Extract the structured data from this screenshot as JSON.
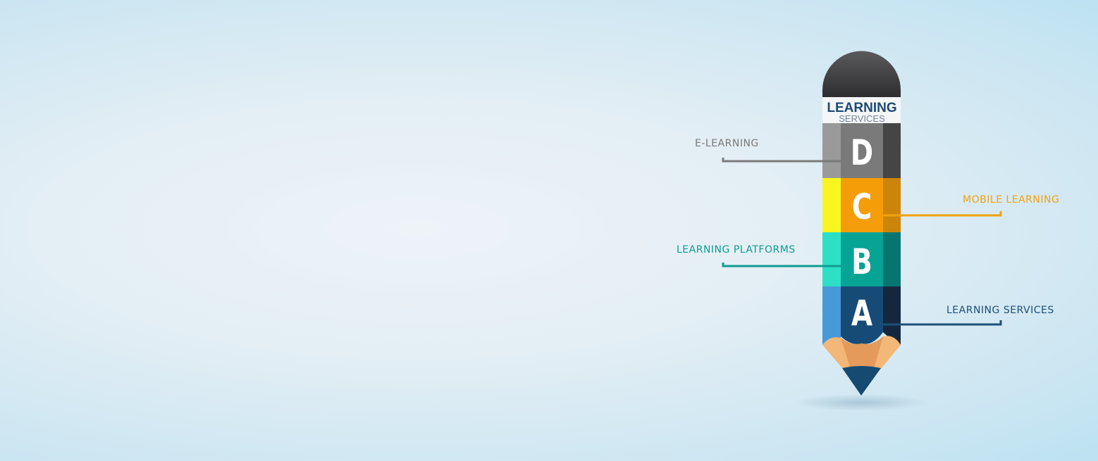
{
  "pencil": {
    "title": "LEARNING",
    "subtitle": "SERVICES"
  },
  "segments": [
    {
      "letter": "D",
      "label": "E-LEARNING",
      "side": "left",
      "color_light": "#9a9a9a",
      "color_mid": "#7a7a7a",
      "color_dark": "#454545",
      "label_color": "#7a7a7a"
    },
    {
      "letter": "C",
      "label": "MOBILE LEARNING",
      "side": "right",
      "color_light": "#f8f51f",
      "color_mid": "#f49d09",
      "color_dark": "#cd840b",
      "label_color": "#f0a20f"
    },
    {
      "letter": "B",
      "label": "LEARNING PLATFORMS",
      "side": "left",
      "color_light": "#2ddfc6",
      "color_mid": "#07a395",
      "color_dark": "#067570",
      "label_color": "#0e9c91"
    },
    {
      "letter": "A",
      "label": "LEARNING SERVICES",
      "side": "right",
      "color_light": "#4799d8",
      "color_mid": "#174b77",
      "color_dark": "#14273f",
      "label_color": "#1c4f78"
    }
  ],
  "colors": {
    "cap": "#454446",
    "title": "#1e4a75",
    "subtitle": "#7a8590",
    "wood_light": "#f3b777",
    "wood_dark": "#e49a5a",
    "lead": "#174a70"
  }
}
